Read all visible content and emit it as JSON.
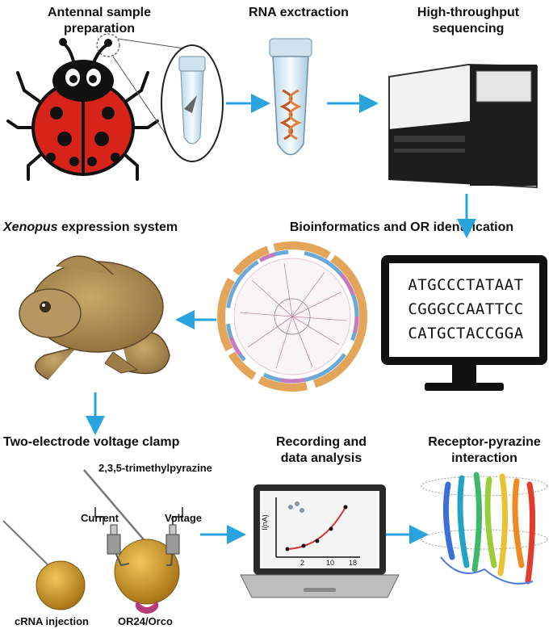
{
  "steps": {
    "antennal": "Antennal sample\npreparation",
    "rna": "RNA exctraction",
    "sequencing": "High-throughput\nsequencing",
    "xenopus_italic": "Xenopus",
    "xenopus_rest": " expression system",
    "bioinfo": "Bioinformatics and OR identification",
    "tevc": "Two-electrode voltage clamp",
    "recording": "Recording and\ndata analysis",
    "receptor": "Receptor-pyrazine\ninteraction"
  },
  "labels": {
    "pyrazine": "2,3,5-trimethylpyrazine",
    "current": "Current",
    "voltage": "Voltage",
    "crna": "cRNA injection",
    "or": "OR24/Orco"
  },
  "sequences": [
    "ATGCCCTATAAT",
    "CGGGCCAATTCC",
    "CATGCTACCGGA"
  ],
  "plot": {
    "ylabel": "I(nA)",
    "x_ticks": [
      "2",
      "10",
      "18"
    ]
  },
  "colors": {
    "arrow": "#29a3dd",
    "ladybug_red": "#d8231b",
    "egg_gold": "#c9931f",
    "frog": "#a98b52",
    "curve": "#d6333a"
  }
}
